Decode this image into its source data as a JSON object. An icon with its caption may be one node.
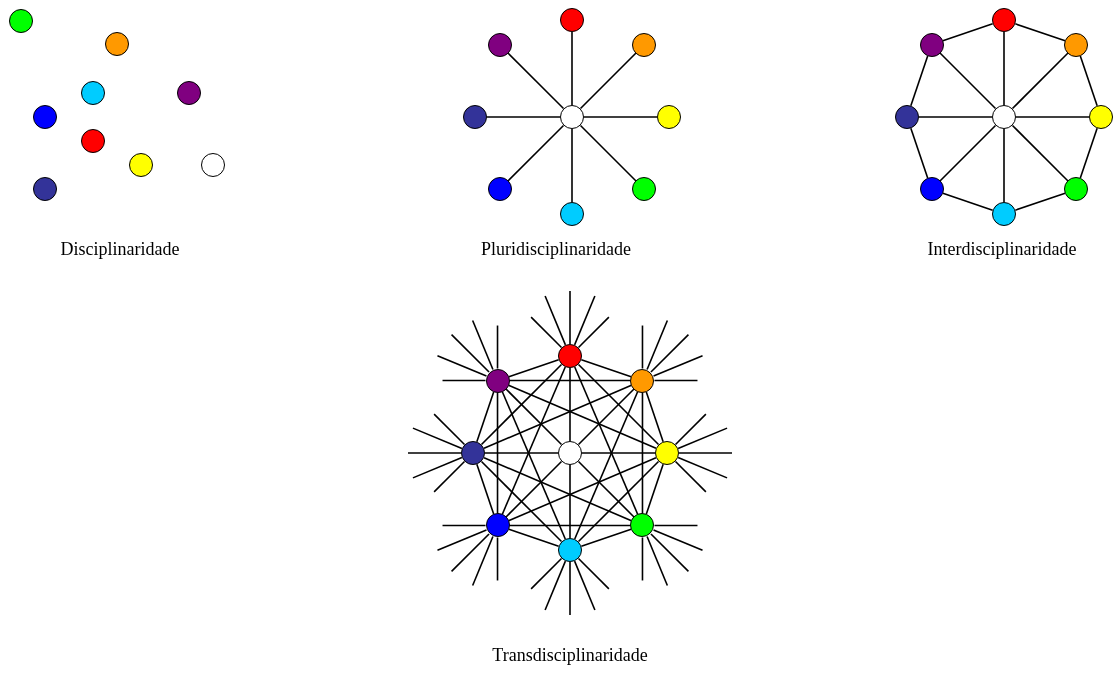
{
  "diagram": {
    "nodes": [
      {
        "text": [],
        "shape": "circle"
      },
      {
        "text": [],
        "shape": "circle"
      },
      {
        "text": [],
        "shape": "circle"
      },
      {
        "text": [],
        "shape": "circle"
      },
      {
        "text": [],
        "shape": "circle"
      },
      {
        "text": [],
        "shape": "circle"
      },
      {
        "text": [],
        "shape": "circle"
      },
      {
        "text": [],
        "shape": "circle"
      },
      {
        "text": [],
        "shape": "circle"
      },
      {
        "text": [],
        "shape": "circle"
      },
      {
        "text": [],
        "shape": "circle"
      },
      {
        "text": [],
        "shape": "circle"
      },
      {
        "text": [],
        "shape": "circle"
      },
      {
        "text": [],
        "shape": "circle"
      },
      {
        "text": [],
        "shape": "circle"
      },
      {
        "text": [],
        "shape": "circle"
      },
      {
        "text": [],
        "shape": "circle"
      },
      {
        "text": [],
        "shape": "circle"
      },
      {
        "text": [],
        "shape": "circle"
      },
      {
        "text": [],
        "shape": "circle"
      },
      {
        "text": [],
        "shape": "circle"
      },
      {
        "text": [],
        "shape": "circle"
      },
      {
        "text": [],
        "shape": "circle"
      },
      {
        "text": [],
        "shape": "circle"
      },
      {
        "text": [],
        "shape": "circle"
      },
      {
        "text": [],
        "shape": "circle"
      },
      {
        "text": [],
        "shape": "circle"
      },
      {
        "text": [],
        "shape": "circle"
      },
      {
        "text": [],
        "shape": "circle"
      },
      {
        "text": [],
        "shape": "circle"
      },
      {
        "text": [],
        "shape": "circle"
      },
      {
        "text": [],
        "shape": "circle"
      },
      {
        "text": [],
        "shape": "circle"
      },
      {
        "text": [],
        "shape": "circle"
      },
      {
        "text": [],
        "shape": "circle"
      },
      {
        "text": [],
        "shape": "circle"
      }
    ],
    "edges": [
      {
        "from": 9,
        "to": 10,
        "arrow": "none"
      },
      {
        "from": 9,
        "to": 11,
        "arrow": "none"
      },
      {
        "from": 9,
        "to": 12,
        "arrow": "none"
      },
      {
        "from": 9,
        "to": 13,
        "arrow": "none"
      },
      {
        "from": 9,
        "to": 14,
        "arrow": "none"
      },
      {
        "from": 9,
        "to": 15,
        "arrow": "none"
      },
      {
        "from": 9,
        "to": 16,
        "arrow": "none"
      },
      {
        "from": 9,
        "to": 17,
        "arrow": "none"
      },
      {
        "from": 18,
        "to": 19,
        "arrow": "none"
      },
      {
        "from": 18,
        "to": 20,
        "arrow": "none"
      },
      {
        "from": 18,
        "to": 21,
        "arrow": "none"
      },
      {
        "from": 18,
        "to": 22,
        "arrow": "none"
      },
      {
        "from": 18,
        "to": 23,
        "arrow": "none"
      },
      {
        "from": 18,
        "to": 24,
        "arrow": "none"
      },
      {
        "from": 18,
        "to": 25,
        "arrow": "none"
      },
      {
        "from": 18,
        "to": 26,
        "arrow": "none"
      },
      {
        "from": 19,
        "to": 20,
        "arrow": "none"
      },
      {
        "from": 20,
        "to": 21,
        "arrow": "none"
      },
      {
        "from": 21,
        "to": 22,
        "arrow": "none"
      },
      {
        "from": 22,
        "to": 23,
        "arrow": "none"
      },
      {
        "from": 23,
        "to": 24,
        "arrow": "none"
      },
      {
        "from": 24,
        "to": 25,
        "arrow": "none"
      },
      {
        "from": 25,
        "to": 26,
        "arrow": "none"
      },
      {
        "from": 26,
        "to": 19,
        "arrow": "none"
      },
      {
        "from": 27,
        "to": 28,
        "arrow": "none"
      },
      {
        "from": 27,
        "to": 29,
        "arrow": "none"
      },
      {
        "from": 27,
        "to": 30,
        "arrow": "none"
      },
      {
        "from": 27,
        "to": 31,
        "arrow": "none"
      },
      {
        "from": 27,
        "to": 32,
        "arrow": "none"
      },
      {
        "from": 27,
        "to": 33,
        "arrow": "none"
      },
      {
        "from": 27,
        "to": 34,
        "arrow": "none"
      },
      {
        "from": 27,
        "to": 35,
        "arrow": "none"
      },
      {
        "from": 28,
        "to": 29,
        "arrow": "none"
      },
      {
        "from": 29,
        "to": 30,
        "arrow": "none"
      },
      {
        "from": 30,
        "to": 31,
        "arrow": "none"
      },
      {
        "from": 31,
        "to": 32,
        "arrow": "none"
      },
      {
        "from": 32,
        "to": 33,
        "arrow": "none"
      },
      {
        "from": 33,
        "to": 34,
        "arrow": "none"
      },
      {
        "from": 34,
        "to": 35,
        "arrow": "none"
      },
      {
        "from": 35,
        "to": 28,
        "arrow": "none"
      },
      {
        "from": 28,
        "to": 30,
        "arrow": "none"
      },
      {
        "from": 29,
        "to": 31,
        "arrow": "none"
      },
      {
        "from": 30,
        "to": 32,
        "arrow": "none"
      },
      {
        "from": 31,
        "to": 33,
        "arrow": "none"
      },
      {
        "from": 32,
        "to": 34,
        "arrow": "none"
      },
      {
        "from": 33,
        "to": 35,
        "arrow": "none"
      },
      {
        "from": 34,
        "to": 28,
        "arrow": "none"
      },
      {
        "from": 35,
        "to": 29,
        "arrow": "none"
      },
      {
        "from": 28,
        "to": 31,
        "arrow": "none"
      },
      {
        "from": 29,
        "to": 32,
        "arrow": "none"
      },
      {
        "from": 30,
        "to": 33,
        "arrow": "none"
      },
      {
        "from": 31,
        "to": 34,
        "arrow": "none"
      },
      {
        "from": 32,
        "to": 35,
        "arrow": "none"
      },
      {
        "from": 33,
        "to": 28,
        "arrow": "none"
      },
      {
        "from": 34,
        "to": 29,
        "arrow": "none"
      },
      {
        "from": 35,
        "to": 30,
        "arrow": "none"
      },
      {
        "from": 28,
        "to": null,
        "arrow": "none"
      },
      {
        "from": 28,
        "to": null,
        "arrow": "none"
      },
      {
        "from": 28,
        "to": null,
        "arrow": "none"
      },
      {
        "from": 28,
        "to": null,
        "arrow": "none"
      },
      {
        "from": 28,
        "to": null,
        "arrow": "none"
      },
      {
        "from": 29,
        "to": null,
        "arrow": "none"
      },
      {
        "from": 29,
        "to": null,
        "arrow": "none"
      },
      {
        "from": 29,
        "to": null,
        "arrow": "none"
      },
      {
        "from": 29,
        "to": null,
        "arrow": "none"
      },
      {
        "from": 29,
        "to": null,
        "arrow": "none"
      },
      {
        "from": 30,
        "to": null,
        "arrow": "none"
      },
      {
        "from": 30,
        "to": null,
        "arrow": "none"
      },
      {
        "from": 30,
        "to": null,
        "arrow": "none"
      },
      {
        "from": 30,
        "to": null,
        "arrow": "none"
      },
      {
        "from": 30,
        "to": null,
        "arrow": "none"
      },
      {
        "from": 31,
        "to": null,
        "arrow": "none"
      },
      {
        "from": 31,
        "to": null,
        "arrow": "none"
      },
      {
        "from": 31,
        "to": null,
        "arrow": "none"
      },
      {
        "from": 31,
        "to": null,
        "arrow": "none"
      },
      {
        "from": 31,
        "to": null,
        "arrow": "none"
      },
      {
        "from": 32,
        "to": null,
        "arrow": "none"
      },
      {
        "from": 32,
        "to": null,
        "arrow": "none"
      },
      {
        "from": 32,
        "to": null,
        "arrow": "none"
      },
      {
        "from": 32,
        "to": null,
        "arrow": "none"
      },
      {
        "from": 32,
        "to": null,
        "arrow": "none"
      },
      {
        "from": 33,
        "to": null,
        "arrow": "none"
      },
      {
        "from": 33,
        "to": null,
        "arrow": "none"
      },
      {
        "from": 33,
        "to": null,
        "arrow": "none"
      },
      {
        "from": 33,
        "to": null,
        "arrow": "none"
      },
      {
        "from": 33,
        "to": null,
        "arrow": "none"
      },
      {
        "from": 34,
        "to": null,
        "arrow": "none"
      },
      {
        "from": 34,
        "to": null,
        "arrow": "none"
      },
      {
        "from": 34,
        "to": null,
        "arrow": "none"
      },
      {
        "from": 34,
        "to": null,
        "arrow": "none"
      },
      {
        "from": 34,
        "to": null,
        "arrow": "none"
      },
      {
        "from": 35,
        "to": null,
        "arrow": "none"
      },
      {
        "from": 35,
        "to": null,
        "arrow": "none"
      },
      {
        "from": 35,
        "to": null,
        "arrow": "none"
      },
      {
        "from": 35,
        "to": null,
        "arrow": "none"
      },
      {
        "from": 35,
        "to": null,
        "arrow": "none"
      }
    ],
    "labels": [
      "Disciplinaridade",
      "Pluridisciplinaridade",
      "Interdisciplinaridade",
      "Transdisciplinaridade"
    ]
  }
}
